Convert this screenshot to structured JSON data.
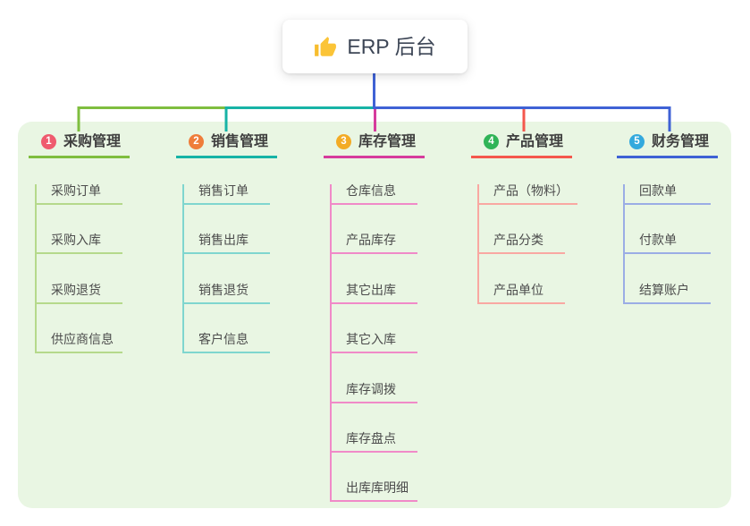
{
  "root": {
    "icon": "thumbs-up-icon",
    "label": "ERP 后台"
  },
  "canvas": {
    "background": "#e9f6e3"
  },
  "branches": [
    {
      "badge": "1",
      "label": "采购管理",
      "badge_color": "#ef5b6e",
      "line_color": "#7fbe3f",
      "child_line_color": "#b5d98b",
      "children": [
        {
          "label": "采购订单"
        },
        {
          "label": "采购入库"
        },
        {
          "label": "采购退货"
        },
        {
          "label": "供应商信息"
        }
      ]
    },
    {
      "badge": "2",
      "label": "销售管理",
      "badge_color": "#ef7d3a",
      "line_color": "#17b3a6",
      "child_line_color": "#7fd6cf",
      "children": [
        {
          "label": "销售订单"
        },
        {
          "label": "销售出库"
        },
        {
          "label": "销售退货"
        },
        {
          "label": "客户信息"
        }
      ]
    },
    {
      "badge": "3",
      "label": "库存管理",
      "badge_color": "#f3ab25",
      "line_color": "#d63c9d",
      "child_line_color": "#f08ac8",
      "children": [
        {
          "label": "仓库信息"
        },
        {
          "label": "产品库存"
        },
        {
          "label": "其它出库"
        },
        {
          "label": "其它入库"
        },
        {
          "label": "库存调拨"
        },
        {
          "label": "库存盘点"
        },
        {
          "label": "出库库明细"
        }
      ]
    },
    {
      "badge": "4",
      "label": "产品管理",
      "badge_color": "#30b457",
      "line_color": "#f4574d",
      "child_line_color": "#f9a8a2",
      "children": [
        {
          "label": "产品（物料）"
        },
        {
          "label": "产品分类"
        },
        {
          "label": "产品单位"
        }
      ]
    },
    {
      "badge": "5",
      "label": "财务管理",
      "badge_color": "#33a9dd",
      "line_color": "#3f62d5",
      "child_line_color": "#9bade5",
      "children": [
        {
          "label": "回款单"
        },
        {
          "label": "付款单"
        },
        {
          "label": "结算账户"
        }
      ]
    }
  ]
}
